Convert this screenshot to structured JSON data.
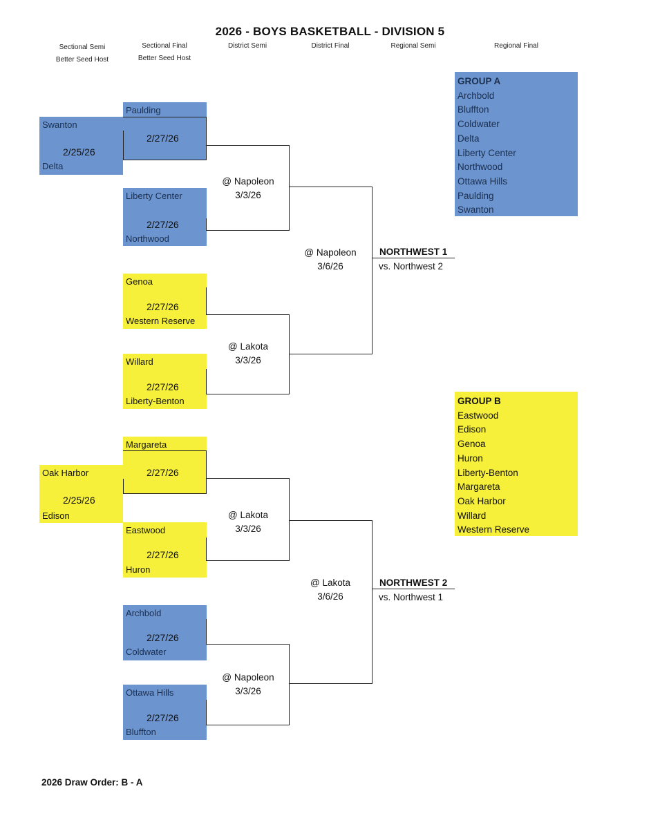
{
  "title": "2026 - BOYS BASKETBALL - DIVISION 5",
  "columns": [
    {
      "line1": "Sectional Semi",
      "line2": "Better Seed Host"
    },
    {
      "line1": "Sectional Final",
      "line2": "Better Seed Host"
    },
    {
      "line1": "District Semi",
      "line2": ""
    },
    {
      "line1": "District Final",
      "line2": ""
    },
    {
      "line1": "Regional Semi",
      "line2": ""
    },
    {
      "line1": "Regional Final",
      "line2": ""
    }
  ],
  "sectional_semis": [
    {
      "top": "Swanton",
      "date": "2/25/26",
      "bottom": "Delta"
    },
    {
      "top": "Oak Harbor",
      "date": "2/25/26",
      "bottom": "Edison"
    }
  ],
  "sectional_finals": [
    {
      "top": "Paulding",
      "date": "2/27/26",
      "bottom": ""
    },
    {
      "top": "Liberty Center",
      "date": "2/27/26",
      "bottom": "Northwood"
    },
    {
      "top": "Genoa",
      "date": "2/27/26",
      "bottom": "Western Reserve"
    },
    {
      "top": "Willard",
      "date": "2/27/26",
      "bottom": "Liberty-Benton"
    },
    {
      "top": "Margareta",
      "date": "2/27/26",
      "bottom": ""
    },
    {
      "top": "Eastwood",
      "date": "2/27/26",
      "bottom": "Huron"
    },
    {
      "top": "Archbold",
      "date": "2/27/26",
      "bottom": "Coldwater"
    },
    {
      "top": "Ottawa Hills",
      "date": "2/27/26",
      "bottom": "Bluffton"
    }
  ],
  "district_semis": [
    {
      "site": "@ Napoleon",
      "date": "3/3/26"
    },
    {
      "site": "@ Lakota",
      "date": "3/3/26"
    },
    {
      "site": "@ Lakota",
      "date": "3/3/26"
    },
    {
      "site": "@ Napoleon",
      "date": "3/3/26"
    }
  ],
  "district_finals": [
    {
      "site": "@ Napoleon",
      "date": "3/6/26"
    },
    {
      "site": "@ Lakota",
      "date": "3/6/26"
    }
  ],
  "regional_semis": [
    {
      "name": "NORTHWEST 1",
      "vs": "vs. Northwest 2"
    },
    {
      "name": "NORTHWEST 2",
      "vs": "vs. Northwest 1"
    }
  ],
  "groups": [
    {
      "title": "GROUP A",
      "teams": [
        "Archbold",
        "Bluffton",
        "Coldwater",
        "Delta",
        "Liberty Center",
        "Northwood",
        "Ottawa Hills",
        "Paulding",
        "Swanton"
      ]
    },
    {
      "title": "GROUP B",
      "teams": [
        "Eastwood",
        "Edison",
        "Genoa",
        "Huron",
        "Liberty-Benton",
        "Margareta",
        "Oak Harbor",
        "Willard",
        "Western Reserve"
      ]
    }
  ],
  "draw_order": "2026 Draw Order: B - A",
  "colors": {
    "group_a": "#6c94cf",
    "group_b": "#f7f03a",
    "line": "#222222"
  }
}
